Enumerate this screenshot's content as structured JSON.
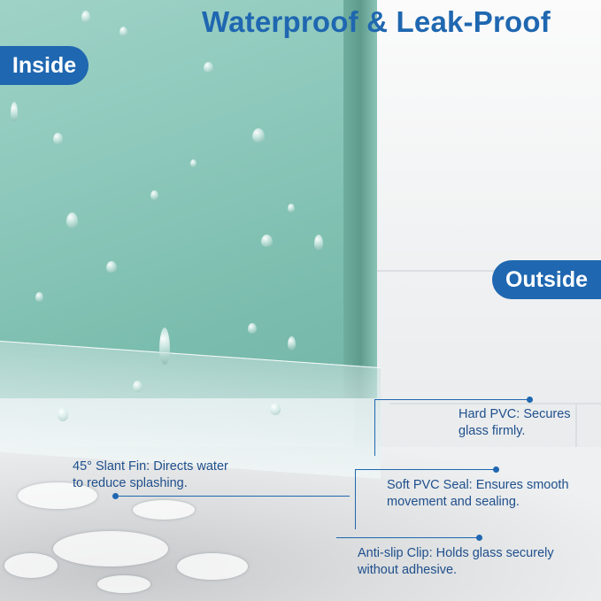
{
  "headline": "Waterproof & Leak-Proof",
  "badges": {
    "inside": "Inside",
    "outside": "Outside"
  },
  "callouts": {
    "hard_pvc": [
      "Hard PVC: Secures",
      "glass firmly."
    ],
    "slant_fin": [
      "45° Slant Fin: Directs water",
      "to reduce splashing."
    ],
    "soft_seal": [
      "Soft PVC Seal: Ensures smooth",
      "movement and sealing."
    ],
    "anti_slip": [
      "Anti-slip Clip: Holds glass securely",
      "without adhesive."
    ]
  },
  "colors": {
    "accent": "#1f67b0",
    "glass": "#8cc8bb"
  }
}
